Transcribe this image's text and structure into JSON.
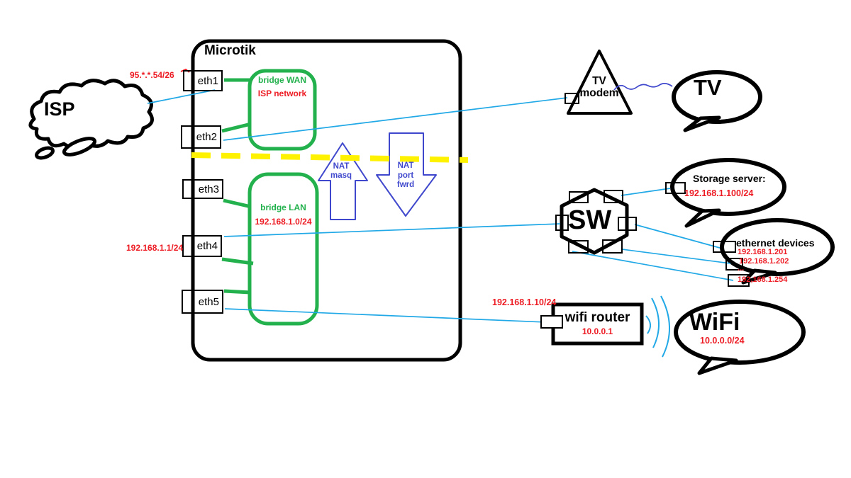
{
  "isp": {
    "label": "ISP",
    "wan_ip": "95.*.*.54/26"
  },
  "microtik": {
    "title": "Microtik",
    "eth_ports": [
      "eth1",
      "eth2",
      "eth3",
      "eth4",
      "eth5"
    ],
    "lan_gateway_ip": "192.168.1.1/24",
    "bridge_wan": {
      "label": "bridge WAN",
      "network_label": "ISP network"
    },
    "bridge_lan": {
      "label": "bridge LAN",
      "network": "192.168.1.0/24"
    },
    "nat_masquerade": {
      "line1": "NAT",
      "line2": "masq"
    },
    "nat_port_forward": {
      "line1": "NAT",
      "line2": "port",
      "line3": "fwrd"
    }
  },
  "tv_modem": {
    "line1": "TV",
    "line2": "modem"
  },
  "tv": {
    "label": "TV"
  },
  "switch": {
    "label": "SW"
  },
  "storage_server": {
    "title": "Storage server:",
    "ip": "192.168.1.100/24"
  },
  "ethernet_devices": {
    "title": "ethernet devices",
    "ip1": "192.168.1.201",
    "ip2": "192.168.1.202",
    "ellipsis": "...",
    "ip3": "192,168.1.254"
  },
  "wifi_router": {
    "label": "wifi router",
    "lan_ip": "10.0.0.1",
    "uplink_ip": "192.168.1.10/24"
  },
  "wifi": {
    "label": "WiFi",
    "network": "10.0.0.0/24"
  },
  "colors": {
    "green": "#22B14C",
    "red": "#ED1C24",
    "yellow": "#FFF200",
    "cyan": "#21A8E6",
    "indigo": "#3F48CC",
    "black": "#000000"
  }
}
